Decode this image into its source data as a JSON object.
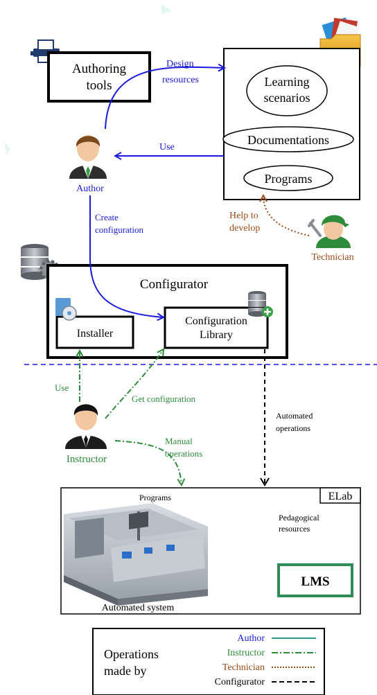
{
  "colors": {
    "author": "#1a1adc",
    "instructor": "#2e8b3a",
    "technician": "#9c4a1a",
    "configurator": "#000000",
    "lms_border": "#2e8b5a",
    "elab_panel": "#e4e4e4"
  },
  "nodes": {
    "authoring_tools": "Authoring tools",
    "learning_scenarios": "Learning scenarios",
    "documentations": "Documentations",
    "programs_resource": "Programs",
    "configurator": "Configurator",
    "installer": "Installer",
    "configuration_library": "Configuration Library",
    "elab": "ELab",
    "programs": "Programs",
    "pedagogical_resources": "Pedagogical resources",
    "lms": "LMS",
    "automated_system": "Automated system"
  },
  "actors": {
    "author": "Author",
    "technician": "Technician",
    "instructor": "Instructor"
  },
  "edges": {
    "design_resources": "Design resources",
    "use_top": "Use",
    "help_to_develop": "Help to develop",
    "create_configuration": "Create configuration",
    "use_instructor": "Use",
    "get_configuration": "Get configuration",
    "manual_operations": "Manual operations",
    "automated_operations": "Automated operations"
  },
  "legend": {
    "title": "Operations made by",
    "items": [
      "Author",
      "Instructor",
      "Technician",
      "Configurator"
    ]
  },
  "icons": [
    "printer-icon",
    "folder-icon",
    "author-person-icon",
    "technician-person-icon",
    "database-gear-icon",
    "installer-icon",
    "database-plus-icon",
    "instructor-person-icon",
    "machine-photo"
  ]
}
